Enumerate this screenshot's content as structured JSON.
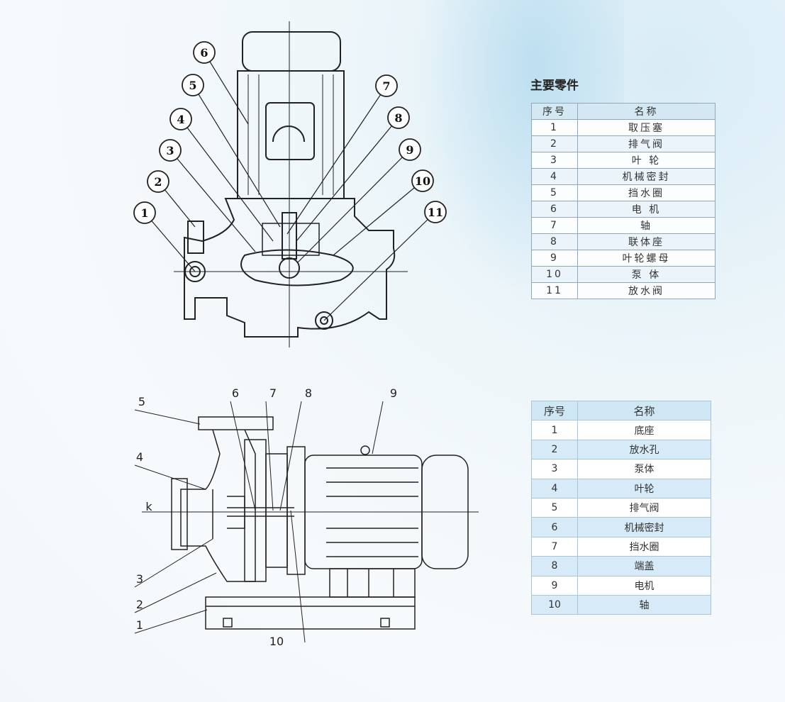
{
  "vertical_pump": {
    "callouts": [
      "1",
      "2",
      "3",
      "4",
      "5",
      "6",
      "7",
      "8",
      "9",
      "10",
      "11"
    ]
  },
  "horizontal_pump": {
    "callouts": [
      "5",
      "4",
      "k",
      "3",
      "2",
      "1",
      "6",
      "7",
      "8",
      "9",
      "10"
    ]
  },
  "parts_title": "主要零件",
  "table1": {
    "headers": [
      "序号",
      "名称"
    ],
    "rows": [
      [
        "1",
        "取压塞"
      ],
      [
        "2",
        "排气阀"
      ],
      [
        "3",
        "叶 轮"
      ],
      [
        "4",
        "机械密封"
      ],
      [
        "5",
        "挡水圈"
      ],
      [
        "6",
        "电 机"
      ],
      [
        "7",
        "轴"
      ],
      [
        "8",
        "联体座"
      ],
      [
        "9",
        "叶轮螺母"
      ],
      [
        "10",
        "泵 体"
      ],
      [
        "11",
        "放水阀"
      ]
    ]
  },
  "table2": {
    "headers": [
      "序号",
      "名称"
    ],
    "rows": [
      [
        "1",
        "底座"
      ],
      [
        "2",
        "放水孔"
      ],
      [
        "3",
        "泵体"
      ],
      [
        "4",
        "叶轮"
      ],
      [
        "5",
        "排气阀"
      ],
      [
        "6",
        "机械密封"
      ],
      [
        "7",
        "挡水圈"
      ],
      [
        "8",
        "端盖"
      ],
      [
        "9",
        "电机"
      ],
      [
        "10",
        "轴"
      ]
    ]
  }
}
